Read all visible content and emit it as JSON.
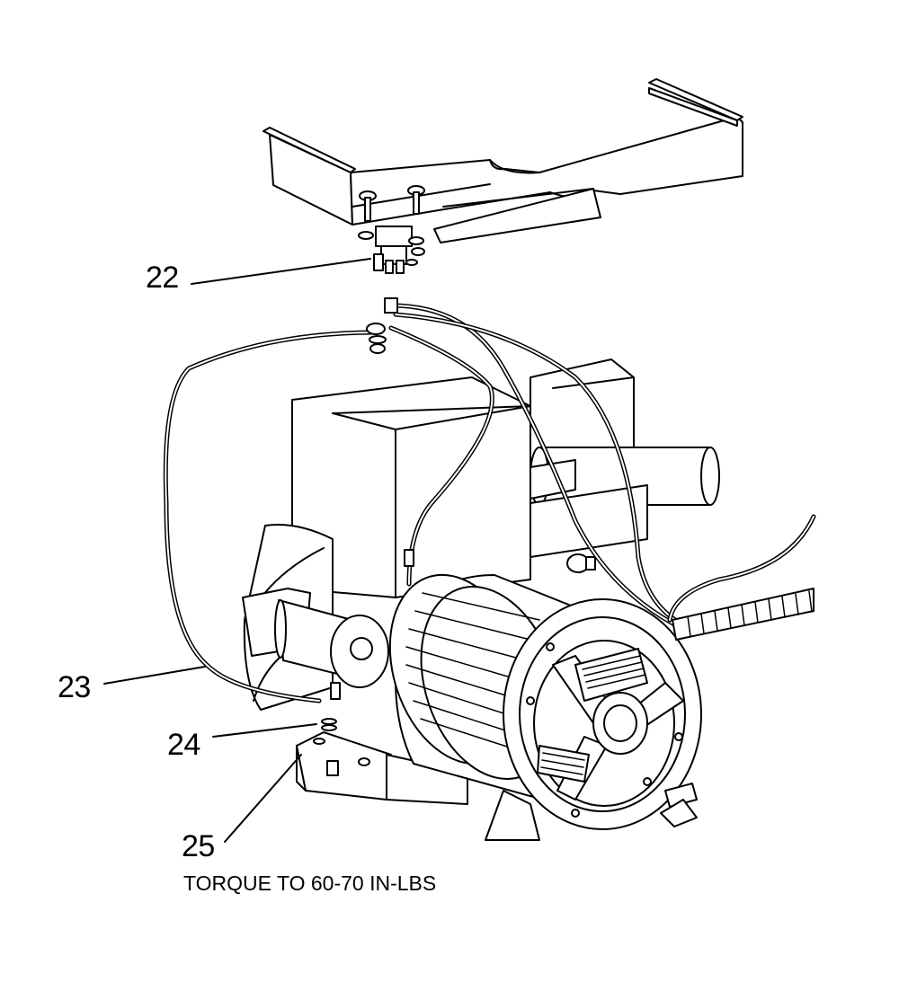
{
  "callouts": {
    "c22": "22",
    "c23": "23",
    "c24": "24",
    "c25": "25"
  },
  "note": "TORQUE TO 60-70 IN-LBS"
}
